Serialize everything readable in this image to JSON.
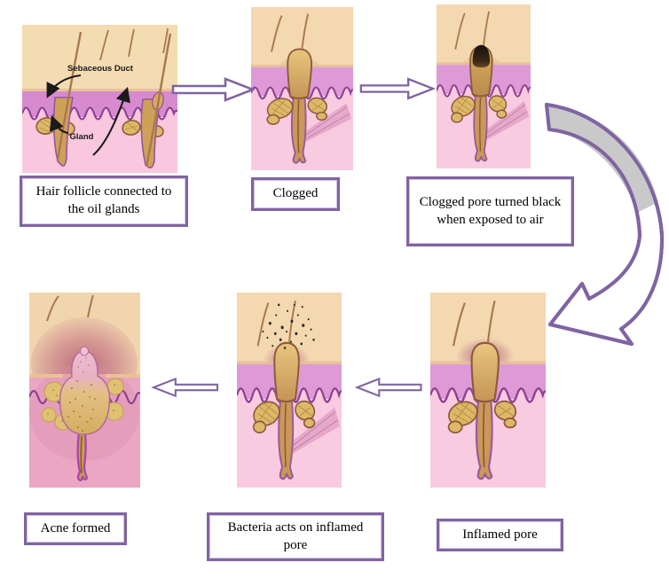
{
  "colors": {
    "accent": "#8064A2",
    "arrow_fill": "#FFFFFF",
    "curved_arrow_gray": "#C9C9C9",
    "box_background": "#FFFFFF",
    "text": "#000000",
    "annotation_text": "#1A1A1A",
    "skin_epidermis": "#F3D8B0",
    "skin_upper_dermis": "#DD9AD6",
    "skin_wavy_line": "#8E4193",
    "skin_lower_dermis": "#F9CBE1",
    "follicle_fill": "#D9B267",
    "hair": "#A8794E",
    "blackhead": "#1E1812",
    "inflammation": "#A84E7C"
  },
  "steps": [
    {
      "caption": "Hair follicle connected to the oil glands",
      "annotations": {
        "duct": "Sebaceous Duct",
        "gland": "Gland"
      }
    },
    {
      "caption": "Clogged"
    },
    {
      "caption": "Clogged pore turned black when exposed to air"
    },
    {
      "caption": "Inflamed pore"
    },
    {
      "caption": "Bacteria acts on inflamed pore"
    },
    {
      "caption": "Acne formed"
    }
  ]
}
